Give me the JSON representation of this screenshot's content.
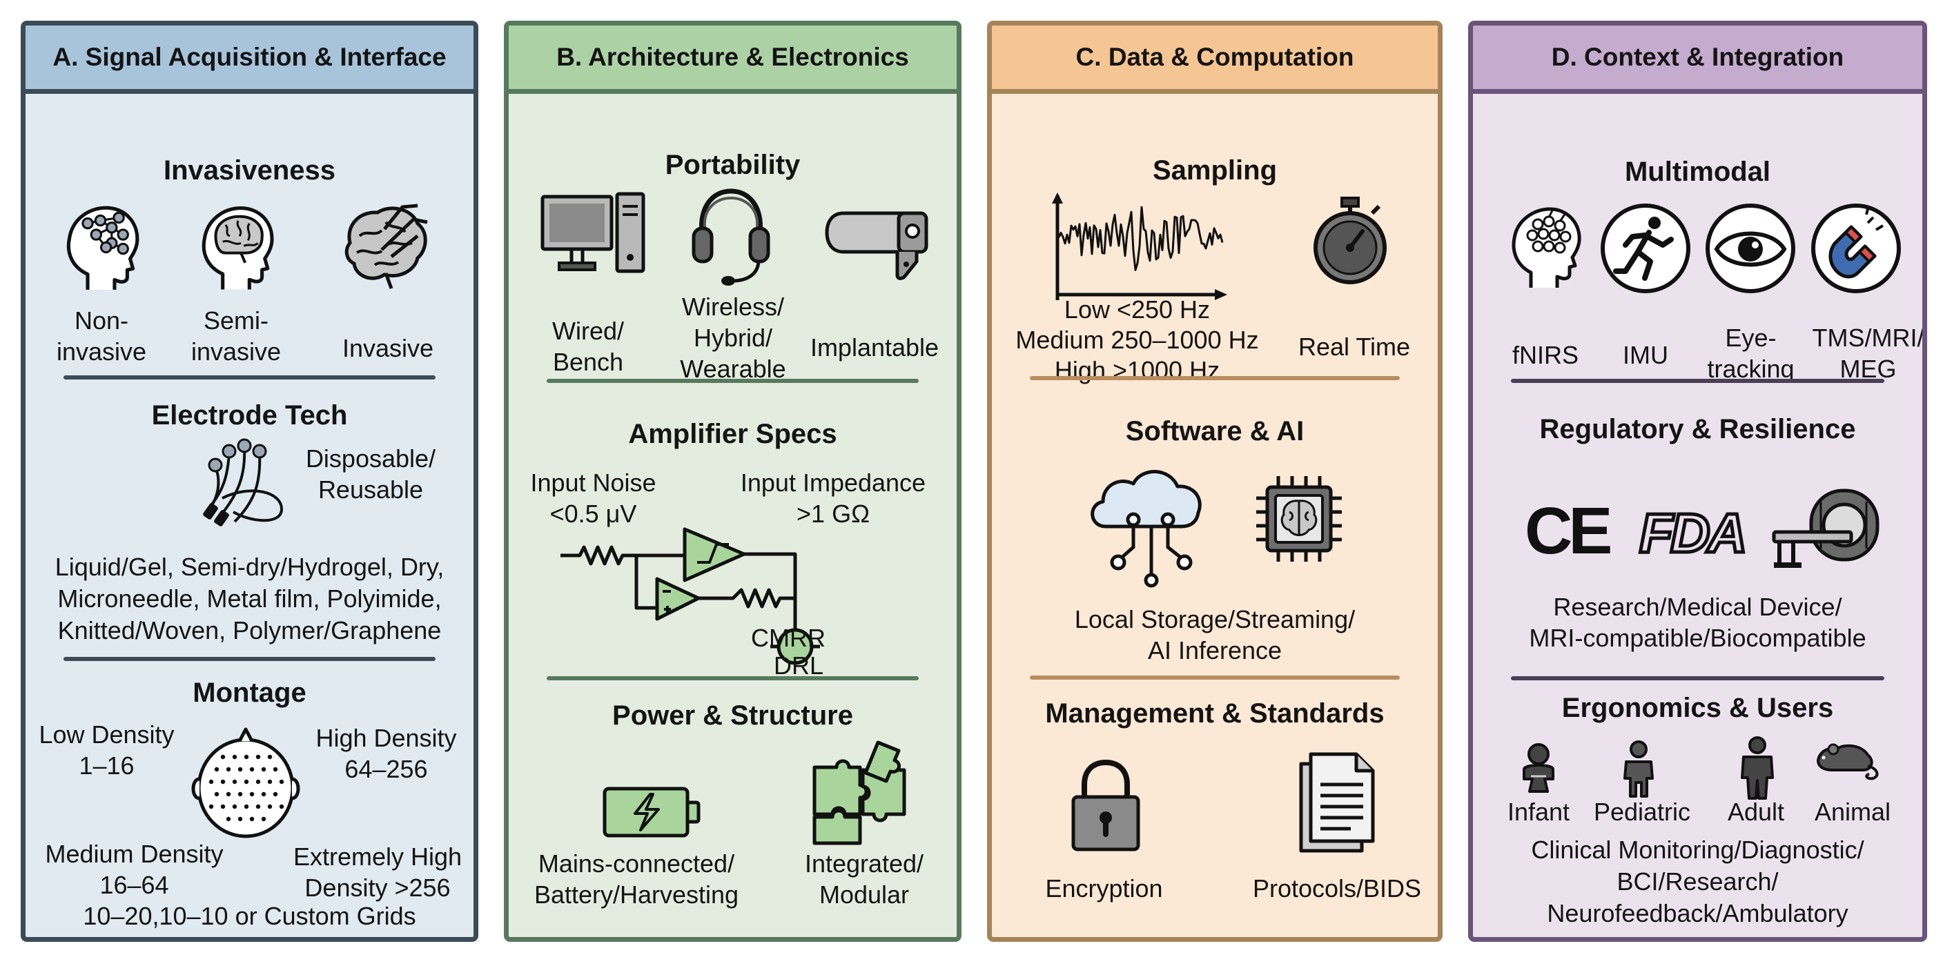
{
  "panels": {
    "a": {
      "title": "A. Signal Acquisition & Interface",
      "invasiveness": {
        "title": "Invasiveness",
        "items": [
          {
            "label": "Non-\ninvasive",
            "icon": "head-electrodes-icon"
          },
          {
            "label": "Semi-\ninvasive",
            "icon": "head-brain-icon"
          },
          {
            "label": "Invasive",
            "icon": "brain-implant-icon"
          }
        ]
      },
      "electrode_tech": {
        "title": "Electrode Tech",
        "icon": "electrode-leads-icon",
        "disposable_label": "Disposable/\nReusable",
        "materials": "Liquid/Gel, Semi-dry/Hydrogel, Dry,\nMicroneedle, Metal film, Polyimide,\nKnitted/Woven, Polymer/Graphene"
      },
      "montage": {
        "title": "Montage",
        "icon": "scalp-montage-icon",
        "low": "Low Density\n1–16",
        "high": "High Density\n64–256",
        "medium": "Medium Density\n16–64",
        "extreme": "Extremely High\nDensity >256",
        "grids": "10–20,10–10 or Custom Grids"
      }
    },
    "b": {
      "title": "B. Architecture & Electronics",
      "portability": {
        "title": "Portability",
        "items": [
          {
            "label": "Wired/\nBench",
            "icon": "desktop-computer-icon"
          },
          {
            "label": "Wireless/\nHybrid/\nWearable",
            "icon": "headset-icon"
          },
          {
            "label": "Implantable",
            "icon": "implant-device-icon"
          }
        ]
      },
      "amplifier": {
        "title": "Amplifier Specs",
        "noise": "Input Noise\n<0.5 μV",
        "impedance": "Input Impedance\n>1 GΩ",
        "cmrr": "CMRR",
        "drl": "DRL",
        "icon": "amplifier-circuit-icon"
      },
      "power": {
        "title": "Power & Structure",
        "items": [
          {
            "label": "Mains-connected/\nBattery/Harvesting",
            "icon": "battery-icon"
          },
          {
            "label": "Integrated/\nModular",
            "icon": "puzzle-icon"
          }
        ]
      }
    },
    "c": {
      "title": "C. Data & Computation",
      "sampling": {
        "title": "Sampling",
        "icon": "signal-waveform-icon",
        "rates": "Low <250 Hz\nMedium 250–1000 Hz\nHigh >1000 Hz",
        "realtime_label": "Real Time",
        "realtime_icon": "stopwatch-icon"
      },
      "software": {
        "title": "Software & AI",
        "icons": [
          "cloud-network-icon",
          "ai-chip-icon"
        ],
        "label": "Local Storage/Streaming/\nAI Inference"
      },
      "management": {
        "title": "Management & Standards",
        "items": [
          {
            "label": "Encryption",
            "icon": "lock-icon"
          },
          {
            "label": "Protocols/BIDS",
            "icon": "documents-icon"
          }
        ]
      }
    },
    "d": {
      "title": "D. Context & Integration",
      "multimodal": {
        "title": "Multimodal",
        "items": [
          {
            "label": "fNIRS",
            "icon": "head-optodes-icon"
          },
          {
            "label": "IMU",
            "icon": "running-person-icon"
          },
          {
            "label": "Eye-\ntracking",
            "icon": "eye-icon"
          },
          {
            "label": "TMS/MRI/\nMEG",
            "icon": "magnet-icon"
          }
        ]
      },
      "regulatory": {
        "title": "Regulatory & Resilience",
        "ce_mark": "CE",
        "fda_mark": "FDA",
        "icons": [
          "ce-mark-icon",
          "fda-mark-icon",
          "mri-scanner-icon"
        ],
        "label": "Research/Medical Device/\nMRI-compatible/Biocompatible"
      },
      "ergonomics": {
        "title": "Ergonomics & Users",
        "items": [
          {
            "label": "Infant",
            "icon": "infant-icon"
          },
          {
            "label": "Pediatric",
            "icon": "child-icon"
          },
          {
            "label": "Adult",
            "icon": "adult-icon"
          },
          {
            "label": "Animal",
            "icon": "rat-icon"
          }
        ],
        "label": "Clinical Monitoring/Diagnostic/\nBCI/Research/\nNeurofeedback/Ambulatory"
      }
    }
  }
}
